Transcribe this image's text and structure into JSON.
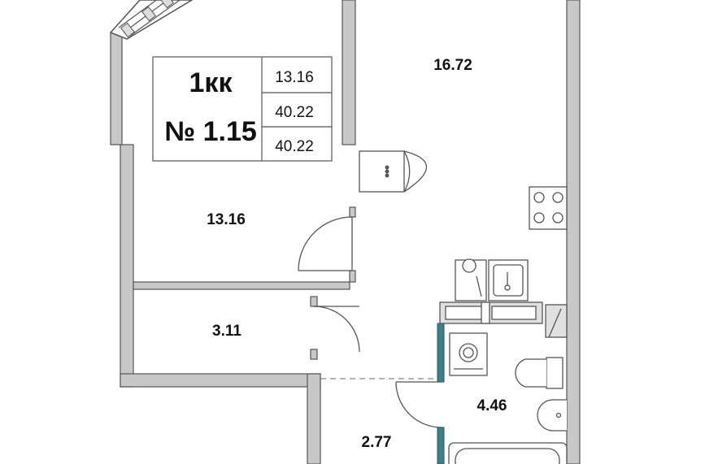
{
  "apartment": {
    "type_label": "1кк",
    "number_label": "№ 1.15",
    "areas": [
      "13.16",
      "40.22",
      "40.22"
    ]
  },
  "rooms": {
    "kitchen": "16.72",
    "living": "13.16",
    "storage": "3.11",
    "bathroom": "4.46",
    "hall": "2.77"
  },
  "colors": {
    "wall_fill": "#c8c8c8",
    "wall_stroke": "#555555",
    "door_frame": "#3d7e87"
  }
}
